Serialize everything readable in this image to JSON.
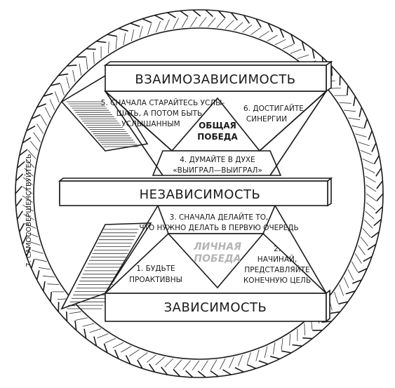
{
  "levels": {
    "interdependence": "ВЗАИМОЗАВИСИМОСТЬ",
    "independence": "НЕЗАВИСИМОСТЬ",
    "dependence": "ЗАВИСИМОСТЬ"
  },
  "victories": {
    "public": [
      "ОБЩАЯ",
      "ПОБЕДА"
    ],
    "private": [
      "ЛИЧНАЯ",
      "ПОБЕДА"
    ]
  },
  "habits": {
    "h1": [
      "1. БУДЬТЕ",
      "ПРОАКТИВНЫ"
    ],
    "h2": [
      "2.",
      "НАЧИНАЙ,",
      "ПРЕДСТАВЛЯЙТЕ",
      "КОНЕЧНУЮ ЦЕЛЬ"
    ],
    "h3": [
      "3. СНАЧАЛА ДЕЛАЙТЕ ТО,",
      "ЧТО НУЖНО ДЕЛАТЬ В ПЕРВУЮ ОЧЕРЕДЬ"
    ],
    "h4": [
      "4. ДУМАЙТЕ В ДУХЕ",
      "«ВЫИГРАЛ—ВЫИГРАЛ»"
    ],
    "h5": [
      "5. СНАЧАЛА СТАРАЙТЕСЬ УСЛЫ-",
      "ШАТЬ, А ПОТОМ БЫТЬ",
      "УСЛЫШАННЫМ"
    ],
    "h6": [
      "6. ДОСТИГАЙТЕ",
      "СИНЕРГИИ"
    ],
    "h7": "7. САМОСОВЕРШЕНСТВУЙТЕСЬ"
  }
}
